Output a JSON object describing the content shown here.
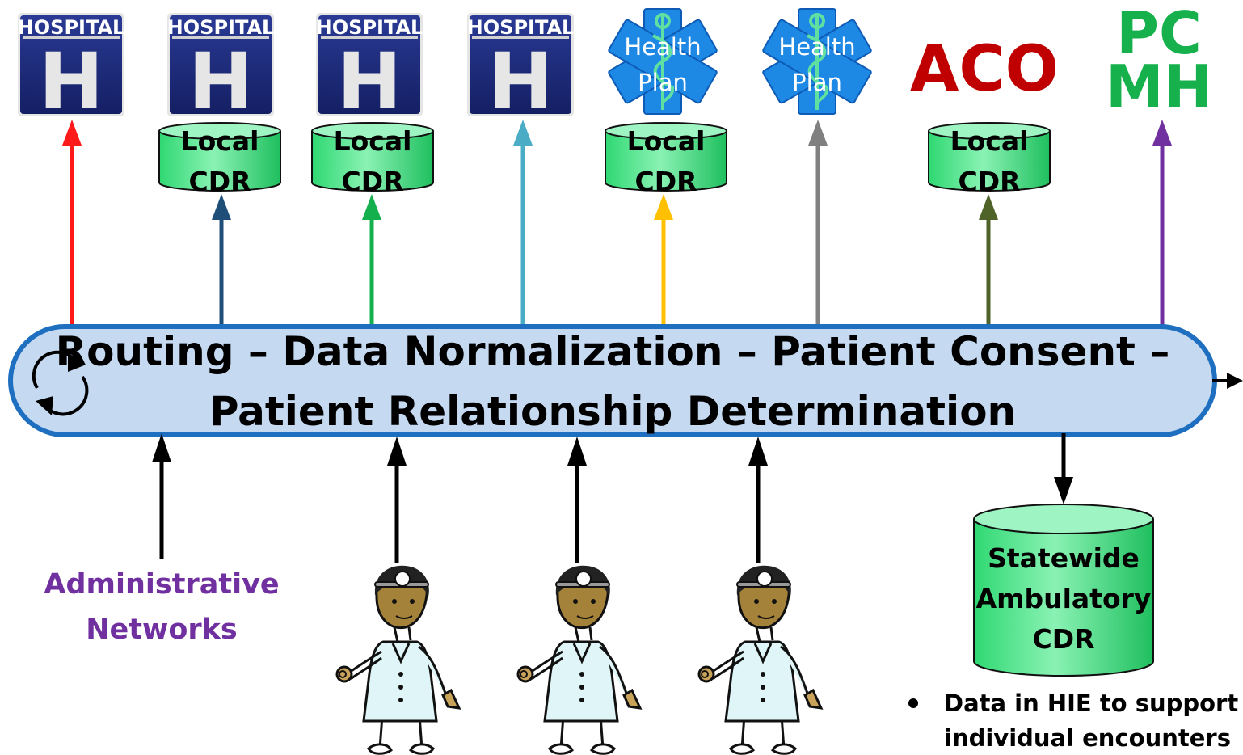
{
  "destinations": {
    "hospital_label": "HOSPITAL",
    "hospital_letter": "H",
    "health_plan_line1": "Health",
    "health_plan_line2": "Plan",
    "aco": "ACO",
    "pcmh_line1": "PC",
    "pcmh_line2": "MH"
  },
  "local_cdr": {
    "line1": "Local",
    "line2": "CDR"
  },
  "hie_bus": {
    "line1": "Routing – Data Normalization – Patient Consent –",
    "line2": "Patient Relationship Determination"
  },
  "sources": {
    "admin_line1": "Administrative",
    "admin_line2": "Networks"
  },
  "statewide_cdr": {
    "line1": "Statewide",
    "line2": "Ambulatory",
    "line3": "CDR"
  },
  "note": {
    "line1": "Data in HIE to support",
    "line2": "individual encounters"
  },
  "colors": {
    "arrow_hospital_1": "#ff1a1a",
    "arrow_hospital_2": "#1f4e79",
    "arrow_hospital_3": "#15b04e",
    "arrow_hospital_4": "#4bacc6",
    "arrow_health_plan_1": "#ffc000",
    "arrow_health_plan_2": "#808080",
    "arrow_aco": "#4f6228",
    "arrow_pcmh": "#7030a0",
    "bus_fill": "#c5d9f1",
    "bus_stroke": "#1f6fc0",
    "cdr_fill": "#4fe28a",
    "hospital_sign": "#1d2b7a",
    "health_plan_star": "#1e88e5"
  }
}
